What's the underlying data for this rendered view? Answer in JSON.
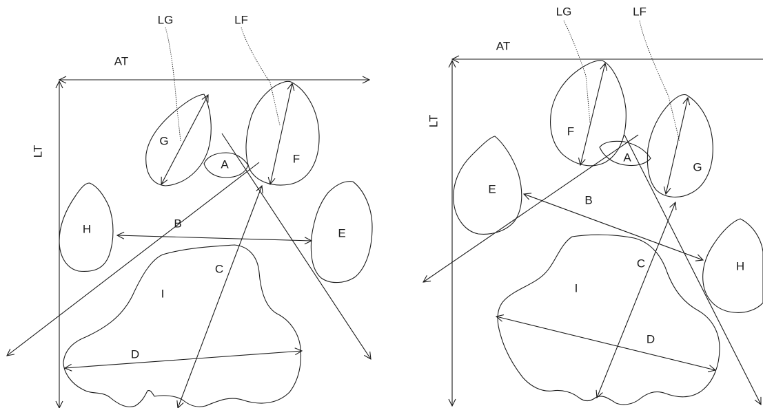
{
  "left_diagram": {
    "labels": {
      "lg": "LG",
      "lf": "LF",
      "at": "AT",
      "lt": "LT",
      "g": "G",
      "a": "A",
      "f": "F",
      "h": "H",
      "b": "B",
      "e": "E",
      "c": "C",
      "i": "I",
      "d": "D"
    }
  },
  "right_diagram": {
    "labels": {
      "lg": "LG",
      "lf": "LF",
      "at": "AT",
      "lt": "LT",
      "f": "F",
      "a": "A",
      "g": "G",
      "e": "E",
      "b": "B",
      "c": "C",
      "h": "H",
      "i": "I",
      "d": "D"
    }
  }
}
